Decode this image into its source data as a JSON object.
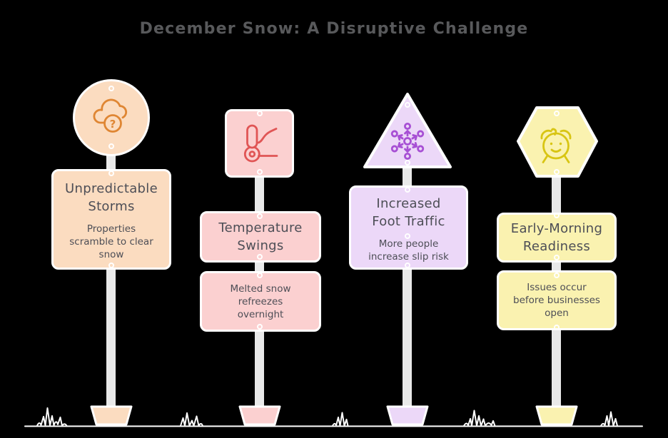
{
  "title": "December Snow: A Disruptive Challenge",
  "theme": {
    "bg": "#000000",
    "outline": "#FFFFFF",
    "pole": "#E9E9E9",
    "ground": "#FFFFFF",
    "text": "#4D4E56",
    "title_color": "#58595B",
    "s1_fill": "#FBDCC0",
    "s1_icon": "#DF8633",
    "s2_fill": "#FBD0D0",
    "s2_icon": "#E05555",
    "s3_fill": "#ECD8F8",
    "s3_icon": "#A74FD4",
    "s4_fill": "#FAF2B0",
    "s4_icon": "#D8C513"
  },
  "signs": [
    {
      "id": "unpredictable-storms",
      "shape": "circle",
      "icon": "cloud-question",
      "title": [
        "Unpredictable",
        "Storms"
      ],
      "body": [
        "Properties",
        "scramble to clear",
        "snow"
      ]
    },
    {
      "id": "temperature-swings",
      "shape": "square",
      "icon": "thermometer-rising",
      "title": [
        "Temperature",
        "Swings"
      ],
      "body": [
        "Melted snow",
        "refreezes",
        "overnight"
      ]
    },
    {
      "id": "increased-foot-traffic",
      "shape": "triangle",
      "icon": "spread-arrows",
      "title": [
        "Increased",
        "Foot Traffic"
      ],
      "body": [
        "More people",
        "increase slip risk"
      ]
    },
    {
      "id": "early-morning-readiness",
      "shape": "hexagon",
      "icon": "alarm-clock",
      "title": [
        "Early-Morning",
        "Readiness"
      ],
      "body": [
        "Issues occur",
        "before businesses",
        "open"
      ]
    }
  ]
}
